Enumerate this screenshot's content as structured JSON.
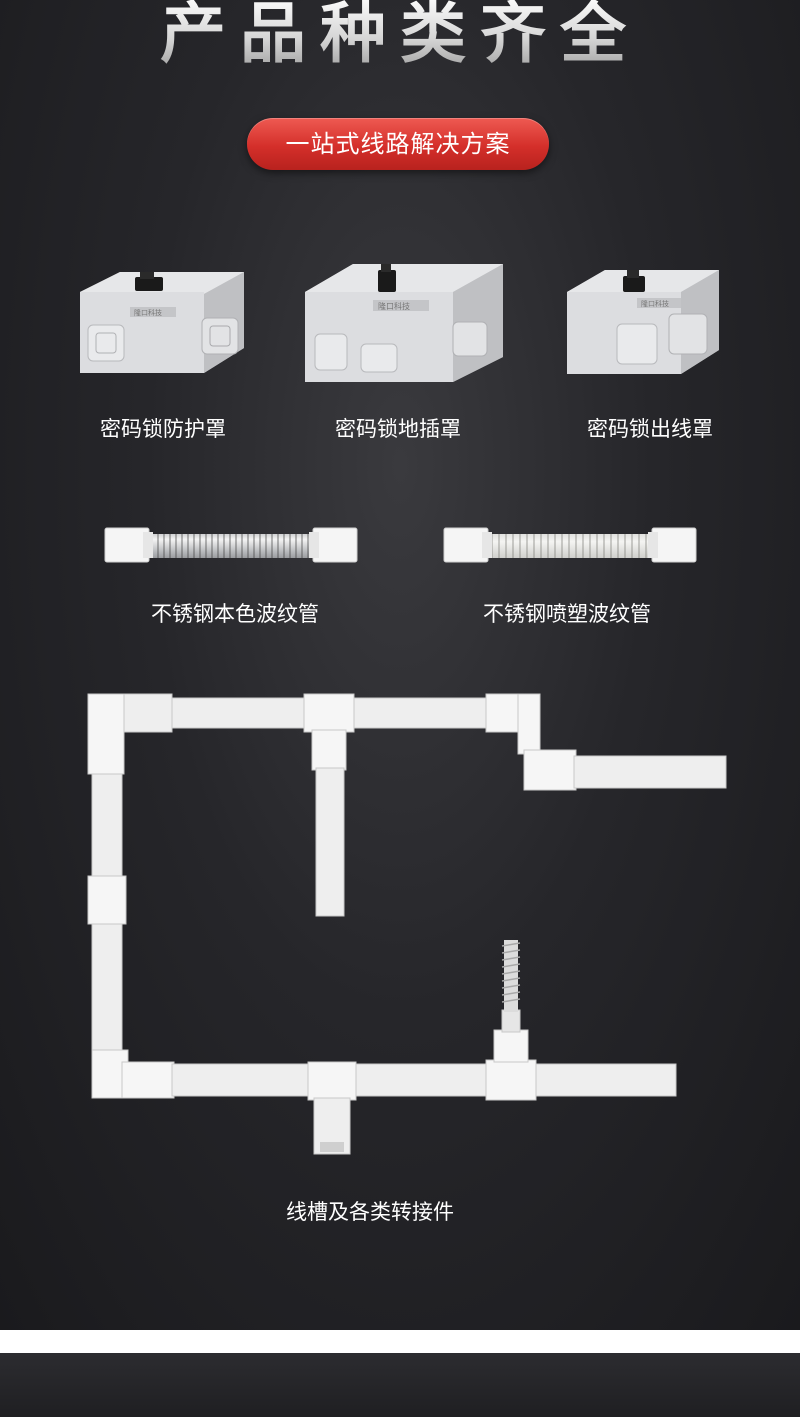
{
  "header": {
    "title": "产品种类齐全",
    "subtitle": "一站式线路解决方案"
  },
  "products": {
    "boxes": [
      {
        "caption": "密码锁防护罩",
        "logo": "隆口科技"
      },
      {
        "caption": "密码锁地插罩",
        "logo": "隆口科技"
      },
      {
        "caption": "密码锁出线罩",
        "logo": "隆口科技"
      }
    ],
    "hoses": [
      {
        "caption": "不锈钢本色波纹管"
      },
      {
        "caption": "不锈钢喷塑波纹管"
      }
    ],
    "trunking": {
      "caption": "线槽及各类转接件"
    }
  },
  "colors": {
    "background": "#222225",
    "accent_red": "#d42f2a",
    "text": "#ffffff",
    "product_white": "#f2f2f2"
  }
}
